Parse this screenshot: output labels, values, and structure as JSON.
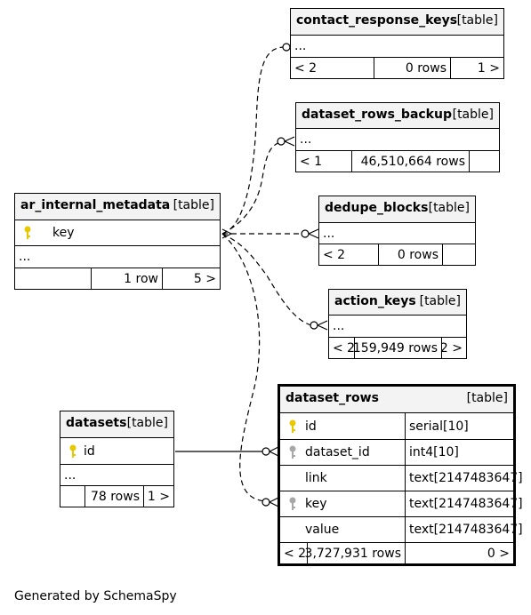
{
  "tables": {
    "contact_response_keys": {
      "name": "contact_response_keys",
      "kind": "[table]",
      "columns": [
        "..."
      ],
      "footer": [
        "< 2",
        "0 rows",
        "1 >"
      ]
    },
    "dataset_rows_backup": {
      "name": "dataset_rows_backup",
      "kind": "[table]",
      "columns": [
        "..."
      ],
      "footer": [
        "< 1",
        "46,510,664 rows",
        ""
      ]
    },
    "dedupe_blocks": {
      "name": "dedupe_blocks",
      "kind": "[table]",
      "columns": [
        "..."
      ],
      "footer": [
        "< 2",
        "0 rows",
        ""
      ]
    },
    "action_keys": {
      "name": "action_keys",
      "kind": "[table]",
      "columns": [
        "..."
      ],
      "footer": [
        "< 2",
        "159,949 rows",
        "2 >"
      ]
    },
    "ar_internal_metadata": {
      "name": "ar_internal_metadata",
      "kind": "[table]",
      "key_column": "key",
      "ellipsis": "...",
      "footer": [
        "",
        "1 row",
        "5 >"
      ]
    },
    "datasets": {
      "name": "datasets",
      "kind": "[table]",
      "key_column": "id",
      "ellipsis": "...",
      "footer": [
        "",
        "78 rows",
        "1 >"
      ]
    },
    "dataset_rows": {
      "name": "dataset_rows",
      "kind": "[table]",
      "columns": [
        {
          "name": "id",
          "type": "serial[10]",
          "key": "primary"
        },
        {
          "name": "dataset_id",
          "type": "int4[10]",
          "key": "foreign"
        },
        {
          "name": "link",
          "type": "text[2147483647]",
          "key": ""
        },
        {
          "name": "key",
          "type": "text[2147483647]",
          "key": "foreign"
        },
        {
          "name": "value",
          "type": "text[2147483647]",
          "key": ""
        }
      ],
      "footer": [
        "< 2",
        "3,727,931 rows",
        "0 >"
      ]
    }
  },
  "colors": {
    "primary_key": "#e8c800",
    "foreign_key": "#a8a8a8",
    "header_bg": "#f3f3f3"
  },
  "footer_text": "Generated by SchemaSpy"
}
